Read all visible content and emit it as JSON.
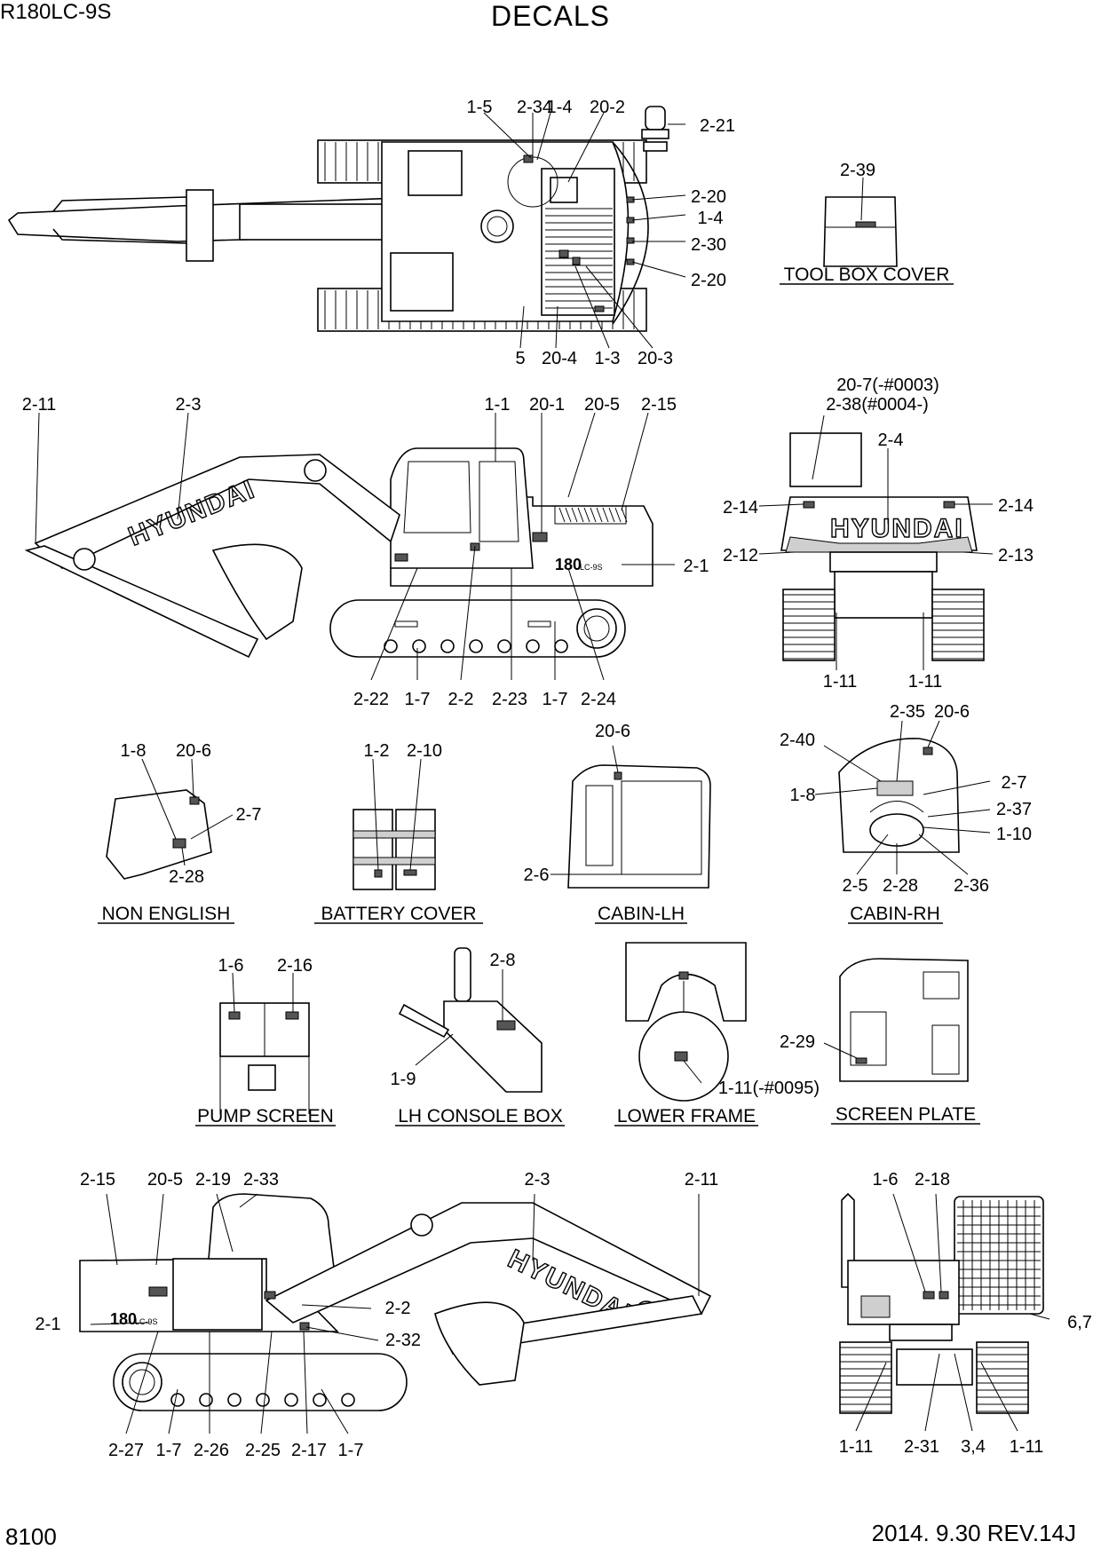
{
  "header": {
    "model": "R180LC-9S",
    "title": "DECALS"
  },
  "footer": {
    "page": "8100",
    "revision": "2014. 9.30  REV.14J"
  },
  "brand_marks": {
    "hyundai": "HYUNDAI",
    "model_badge": "180",
    "model_suffix": "LC-9S"
  },
  "top_view": {
    "labels": [
      "1-5",
      "2-34",
      "1-4",
      "20-2",
      "2-21",
      "2-20",
      "1-4",
      "2-30",
      "2-20",
      "5",
      "20-4",
      "1-3",
      "20-3"
    ]
  },
  "tool_box_cover": {
    "caption": "TOOL BOX COVER",
    "labels": [
      "2-39"
    ]
  },
  "side_view_left": {
    "labels": [
      "2-11",
      "2-3",
      "1-1",
      "20-1",
      "20-5",
      "2-15",
      "2-1",
      "2-22",
      "1-7",
      "2-2",
      "2-23",
      "1-7",
      "2-24"
    ]
  },
  "rear_view": {
    "labels": [
      "20-7(-#0003)",
      "2-38(#0004-)",
      "2-4",
      "2-14",
      "2-14",
      "2-12",
      "2-13",
      "1-11",
      "1-11"
    ]
  },
  "non_english": {
    "caption": "NON ENGLISH",
    "labels": [
      "1-8",
      "20-6",
      "2-7",
      "2-28"
    ]
  },
  "battery_cover": {
    "caption": "BATTERY COVER",
    "labels": [
      "1-2",
      "2-10"
    ]
  },
  "cabin_lh": {
    "caption": "CABIN-LH",
    "labels": [
      "20-6",
      "2-6"
    ]
  },
  "cabin_rh": {
    "caption": "CABIN-RH",
    "labels": [
      "2-35",
      "20-6",
      "2-40",
      "2-7",
      "1-8",
      "2-37",
      "1-10",
      "2-5",
      "2-28",
      "2-36"
    ]
  },
  "pump_screen": {
    "caption": "PUMP SCREEN",
    "labels": [
      "1-6",
      "2-16"
    ]
  },
  "lh_console_box": {
    "caption": "LH CONSOLE BOX",
    "labels": [
      "2-8",
      "1-9"
    ]
  },
  "lower_frame": {
    "caption": "LOWER FRAME",
    "labels": [
      "1-11(-#0095)"
    ]
  },
  "screen_plate": {
    "caption": "SCREEN PLATE",
    "labels": [
      "2-29"
    ]
  },
  "side_view_right": {
    "labels": [
      "2-15",
      "20-5",
      "2-19",
      "2-33",
      "2-3",
      "2-11",
      "2-2",
      "2-1",
      "2-32",
      "2-27",
      "1-7",
      "2-26",
      "2-25",
      "2-17",
      "1-7"
    ]
  },
  "front_view": {
    "labels": [
      "1-6",
      "2-18",
      "6,7",
      "1-11",
      "2-31",
      "3,4",
      "1-11"
    ]
  },
  "colors": {
    "line": "#000000",
    "background": "#ffffff",
    "shade": "#cfcfcf"
  }
}
